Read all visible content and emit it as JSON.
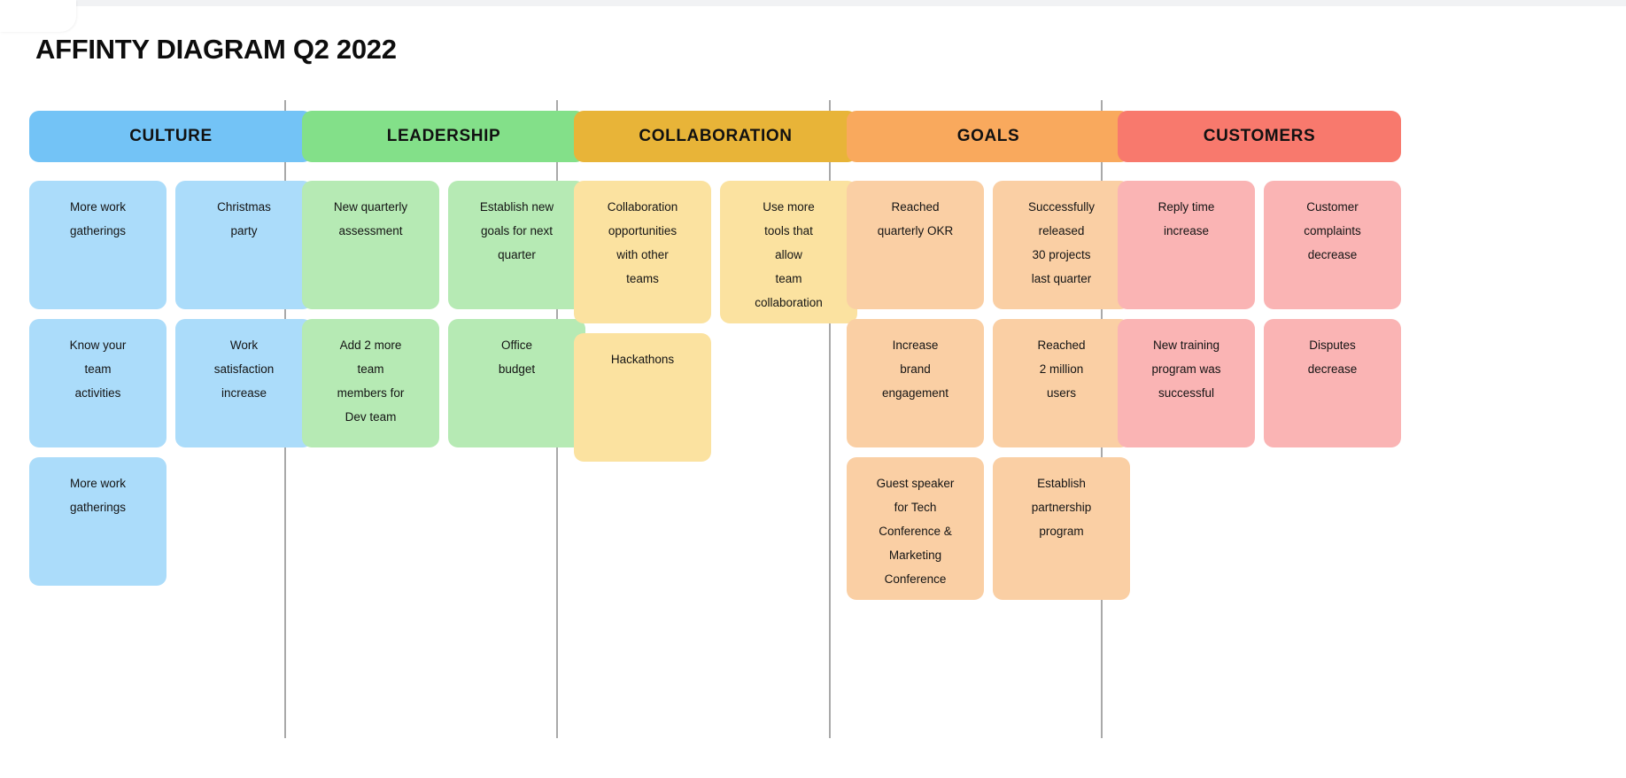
{
  "title": "AFFINTY DIAGRAM Q2 2022",
  "columns": [
    {
      "id": "culture",
      "label": "CULTURE",
      "header_color": "#73c3f6",
      "card_color": "#abdcfa",
      "cards": [
        "More work\ngatherings",
        "Christmas\nparty",
        "Know your\nteam\nactivities",
        "Work\nsatisfaction\nincrease",
        "More work\ngatherings"
      ]
    },
    {
      "id": "leadership",
      "label": "LEADERSHIP",
      "header_color": "#83e089",
      "card_color": "#b6eab4",
      "cards": [
        "New quarterly\nassessment",
        "Establish new\ngoals for next\nquarter",
        "Add 2 more\nteam\nmembers for\nDev team",
        "Office\nbudget"
      ]
    },
    {
      "id": "collaboration",
      "label": "COLLABORATION",
      "header_color": "#e8b438",
      "card_color": "#fbe2a0",
      "cards": [
        "Collaboration\nopportunities\nwith other\nteams",
        "Use more\ntools that\nallow\nteam\ncollaboration",
        "Hackathons"
      ]
    },
    {
      "id": "goals",
      "label": "GOALS",
      "header_color": "#f9a95d",
      "card_color": "#facfa4",
      "cards": [
        "Reached\nquarterly OKR",
        "Successfully\nreleased\n30 projects\nlast quarter",
        "Increase\nbrand\nengagement",
        "Reached\n2 million\nusers",
        "Guest speaker\nfor Tech\nConference &\nMarketing\nConference",
        "Establish\npartnership\nprogram"
      ]
    },
    {
      "id": "customers",
      "label": "CUSTOMERS",
      "header_color": "#f8796d",
      "card_color": "#fab4b4",
      "cards": [
        "Reply time\nincrease",
        "Customer\ncomplaints\ndecrease",
        "New training\nprogram was\nsuccessful",
        "Disputes\ndecrease"
      ]
    }
  ],
  "layout": {
    "column_left_positions": [
      33,
      341,
      648,
      956,
      1262
    ],
    "divider_left_positions": [
      321,
      628,
      936,
      1243
    ],
    "divider_color": "#a9a9a9"
  }
}
